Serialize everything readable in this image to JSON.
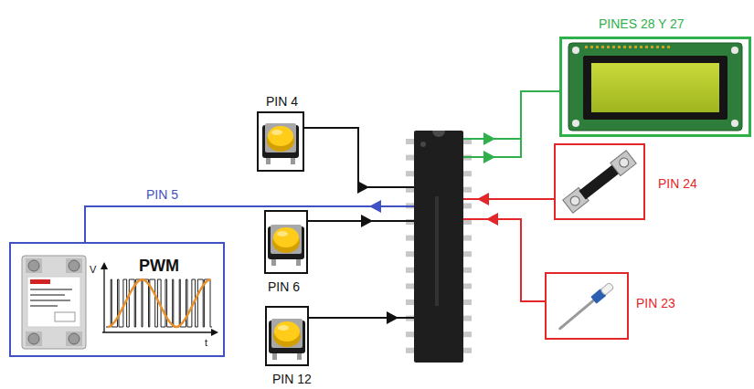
{
  "diagram": {
    "nodes": [
      {
        "text": [
          "PINES 28 Y 27"
        ]
      },
      {
        "text": [
          "PIN 4"
        ]
      },
      {
        "text": []
      },
      {
        "text": [
          "PIN 24"
        ]
      },
      {
        "text": [
          "PIN 6"
        ]
      },
      {
        "text": [
          "PWM",
          "V",
          "t"
        ]
      },
      {
        "text": [
          "PIN 23"
        ]
      },
      {
        "text": [
          "PIN 12"
        ]
      }
    ],
    "edges": [
      {
        "from": 1,
        "to": 2,
        "arrow": "to"
      },
      {
        "from": 4,
        "to": 2,
        "arrow": "to"
      },
      {
        "from": 7,
        "to": 2,
        "arrow": "to"
      },
      {
        "from": 2,
        "to": 5,
        "arrow": "to",
        "label": "PIN 5"
      },
      {
        "from": 2,
        "to": 0,
        "arrow": "to"
      },
      {
        "from": 3,
        "to": 2,
        "arrow": "to"
      },
      {
        "from": 6,
        "to": 2,
        "arrow": "to"
      }
    ]
  }
}
